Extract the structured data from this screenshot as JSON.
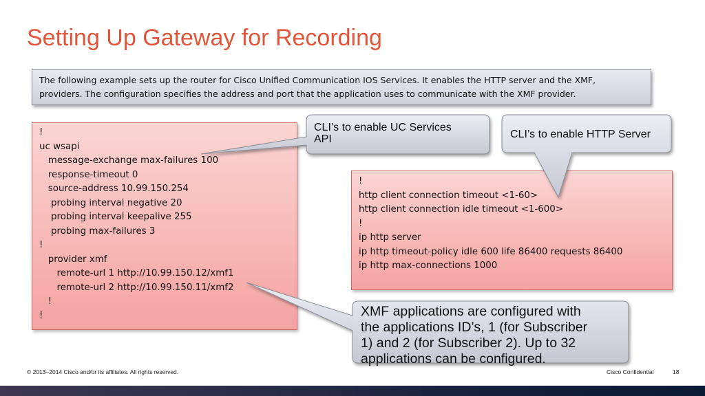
{
  "slide": {
    "title": "Setting Up Gateway for Recording",
    "intro_lines": [
      "The following example sets up the router for Cisco Unified Communication IOS Services. It enables the HTTP server and the XMF,",
      "providers. The configuration specifies the address and port that the application uses to communicate with the XMF provider."
    ],
    "code_left": [
      "!",
      "uc wsapi",
      "   message-exchange max-failures 100",
      "   response-timeout 0",
      "   source-address 10.99.150.254",
      "    probing interval negative 20",
      "    probing interval keepalive 255",
      "    probing max-failures 3",
      "!",
      "   provider xmf",
      "      remote-url 1 http://10.99.150.12/xmf1",
      "      remote-url 2 http://10.99.150.11/xmf2",
      "   !",
      "!"
    ],
    "code_right": [
      "!",
      "http client connection timeout <1-60>",
      "http client connection idle timeout <1-600>",
      "!",
      "ip http server",
      "ip http timeout-policy idle 600 life 86400 requests 86400",
      "ip http max-connections 1000"
    ],
    "callouts": {
      "uc_services": [
        "CLI’s to enable UC Services",
        "API"
      ],
      "http_server": [
        "CLI’s to enable HTTP Server"
      ],
      "xmf_apps": [
        "XMF applications are configured with",
        "the applications ID’s, 1 (for Subscriber",
        "1) and 2 (for Subscriber 2). Up to 32",
        "applications can be configured."
      ]
    },
    "footer": {
      "copyright": "© 2013–2014  Cisco and/or its affiliates. All rights reserved.",
      "confidential": "Cisco Confidential",
      "page_number": "18"
    },
    "colors": {
      "title": "#e2553a",
      "code_box_top": "#fbd5d3",
      "code_box_bottom": "#f4a3a1",
      "callout_fill": "#d3d5de",
      "bottom_bar": "#15203a"
    }
  }
}
